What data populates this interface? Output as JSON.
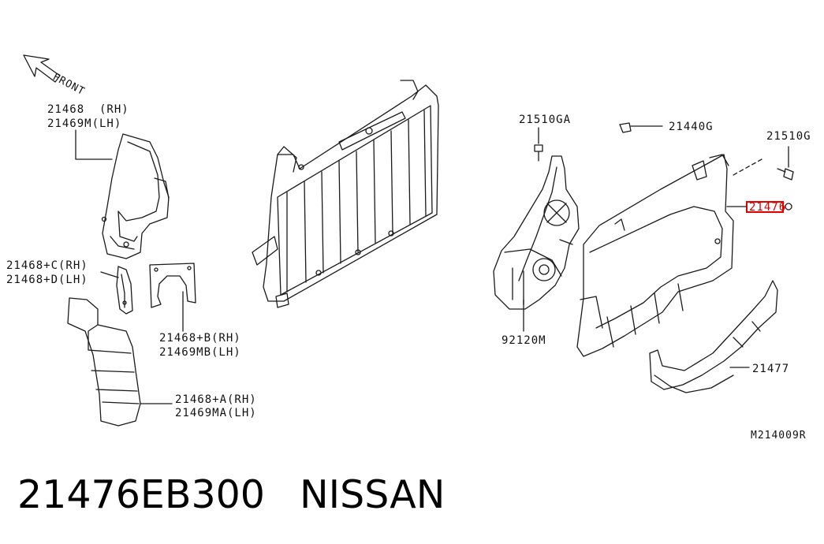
{
  "diagram": {
    "direction_label": "FRONT",
    "labels": {
      "p21468_rh": "21468  (RH)",
      "p21469m_lh": "21469M(LH)",
      "p21468c_rh": "21468+C(RH)",
      "p21468d_lh": "21468+D(LH)",
      "p21468b_rh": "21468+B(RH)",
      "p21469mb_lh": "21469MB(LH)",
      "p21468a_rh": "21468+A(RH)",
      "p21469ma_lh": "21469MA(LH)",
      "p21510ga": "21510GA",
      "p21440g": "21440G",
      "p21510g": "21510G",
      "p21476": "21476",
      "p92120m": "92120M",
      "p21477": "21477"
    },
    "drawing_code": "M214009R",
    "highlight_color": "#e00000"
  },
  "caption": {
    "part_number": "21476EB300",
    "brand": "NISSAN"
  }
}
